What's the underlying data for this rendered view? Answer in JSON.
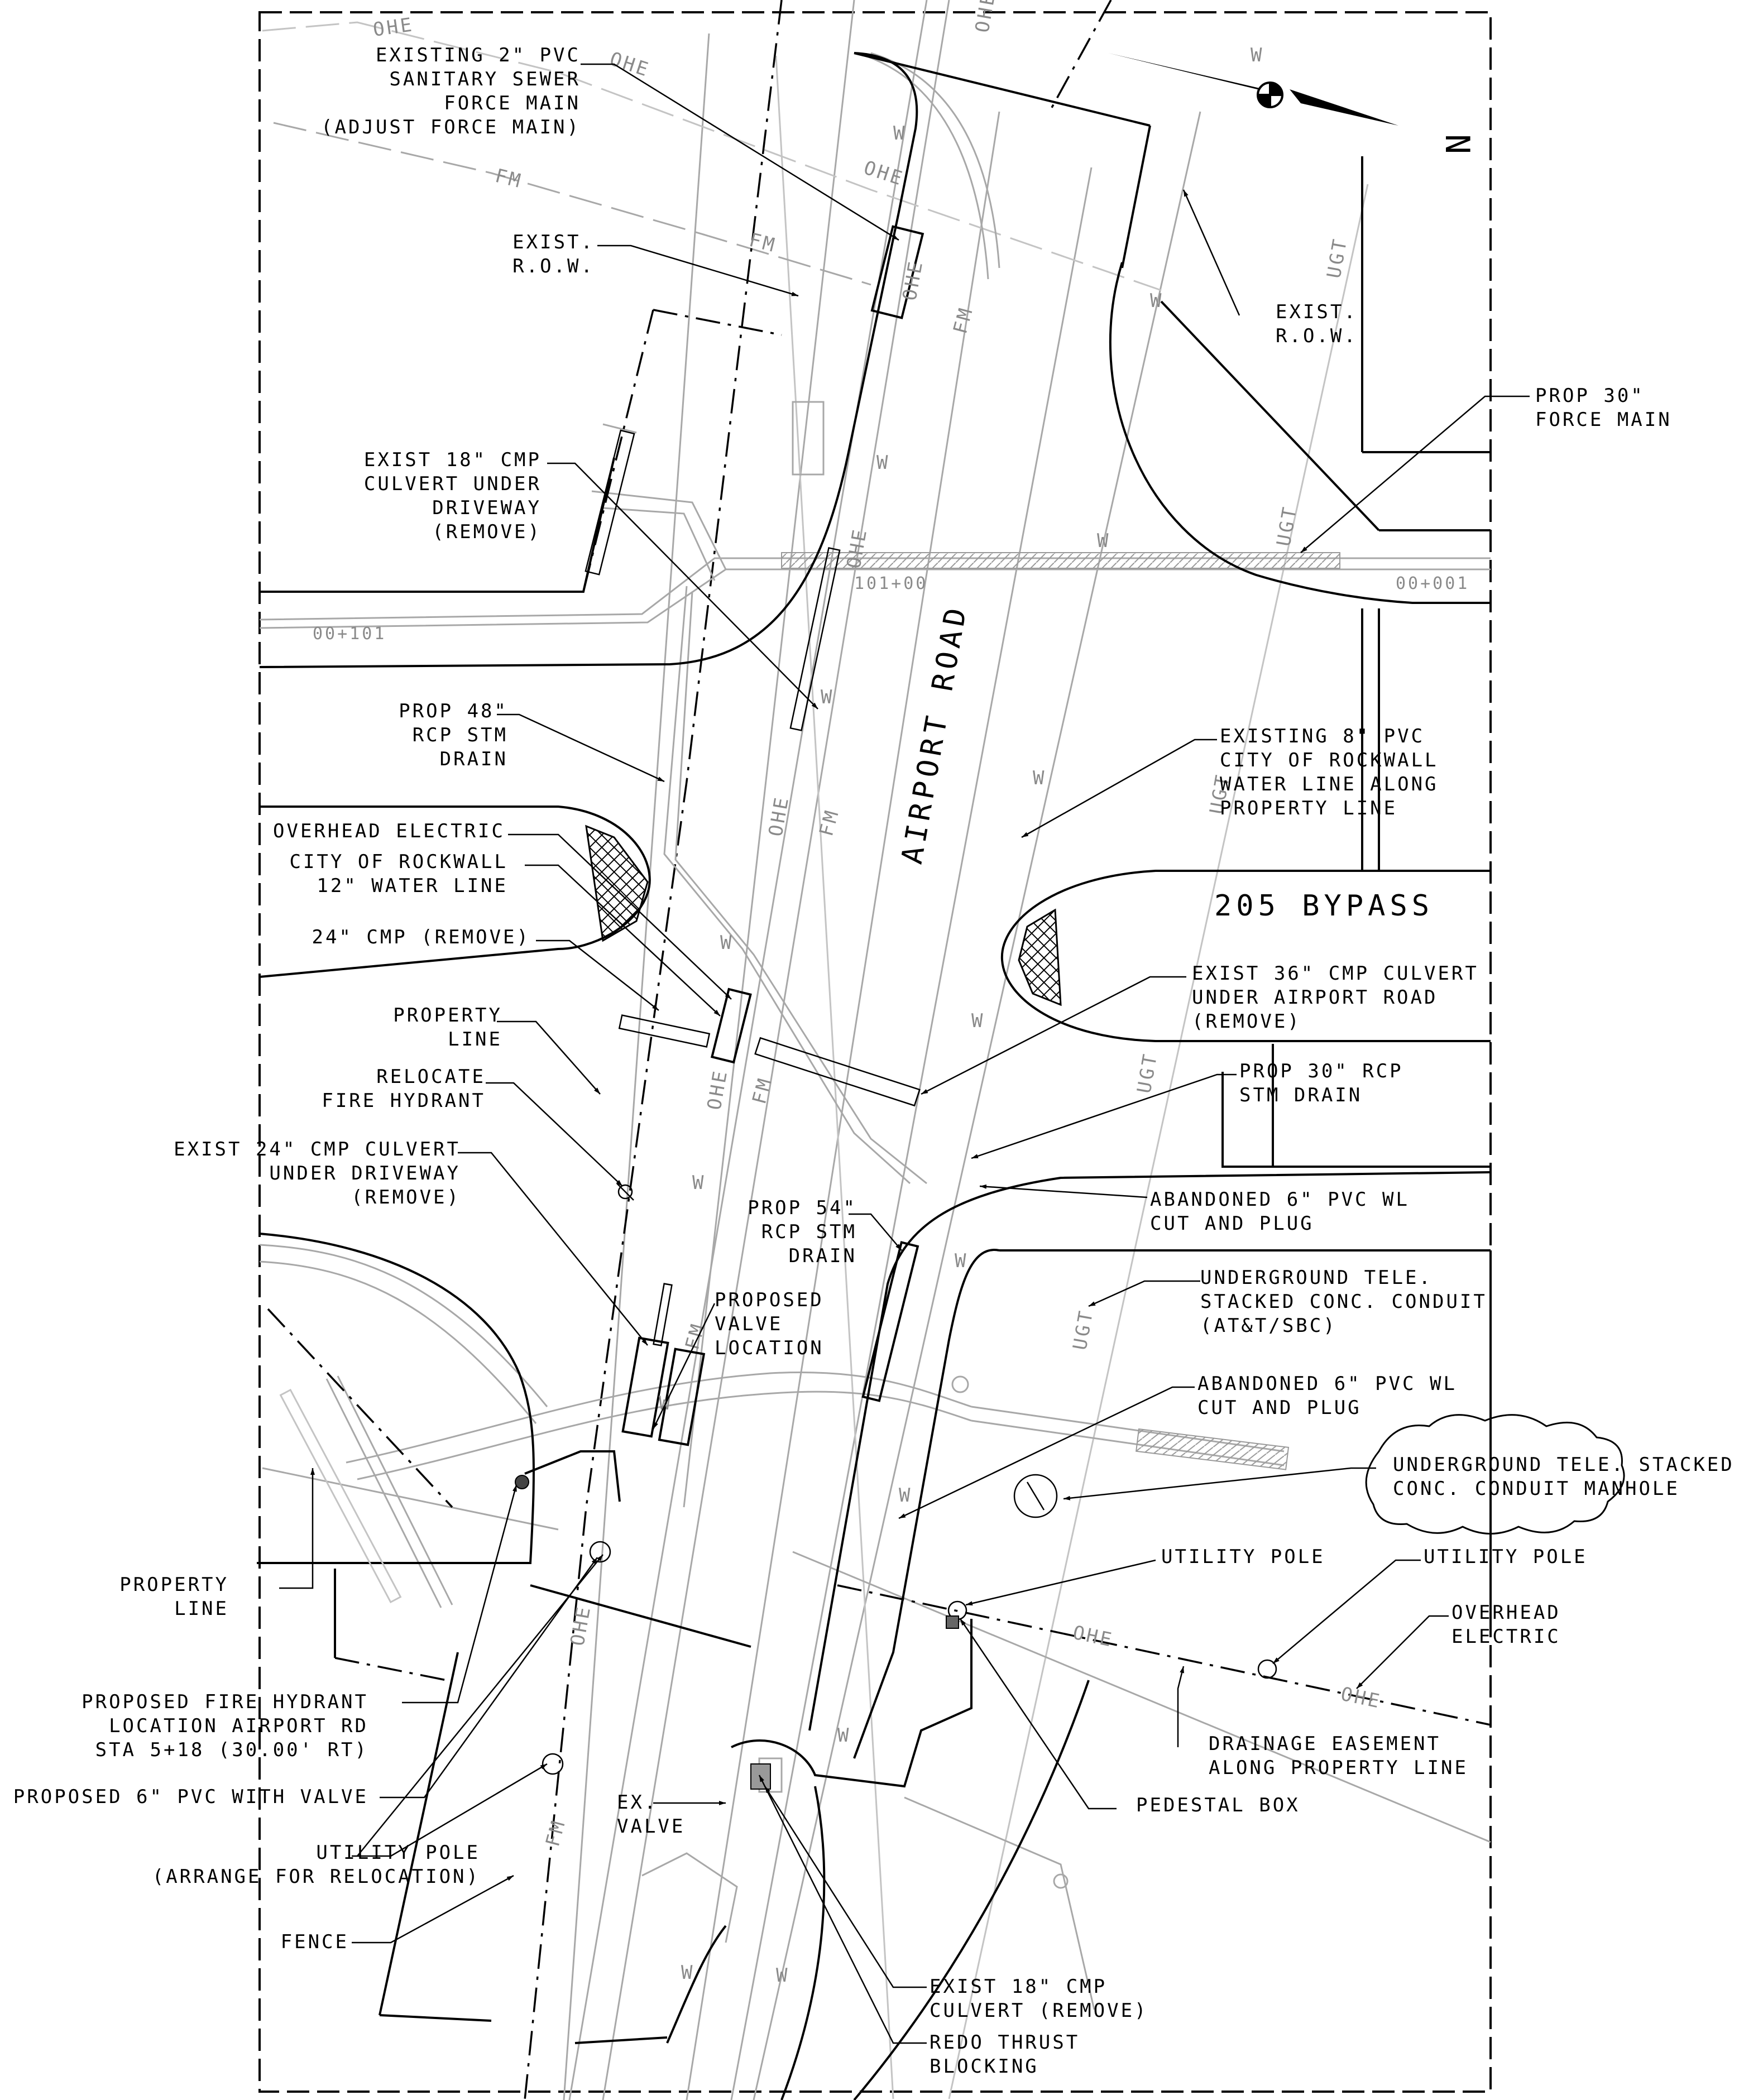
{
  "road_name": "AIRPORT ROAD",
  "bypass_name": "205 BYPASS",
  "north_arrow": "N",
  "stations": [
    "00+101",
    "101+00",
    "00+001"
  ],
  "utility_marks": {
    "ohe": "OHE",
    "fm": "FM",
    "w": "W",
    "ugt": "UGT"
  },
  "labels": {
    "l01": [
      "EXISTING 2\" PVC",
      "SANITARY SEWER",
      "FORCE MAIN",
      "(ADJUST FORCE MAIN)"
    ],
    "l02": [
      "EXIST.",
      "R.O.W."
    ],
    "l03": [
      "EXIST.",
      "R.O.W."
    ],
    "l04": [
      "PROP 30\"",
      "FORCE MAIN"
    ],
    "l05": [
      "EXIST 18\" CMP",
      "CULVERT UNDER",
      "DRIVEWAY",
      "(REMOVE)"
    ],
    "l06": [
      "PROP 48\"",
      "RCP STM",
      "DRAIN"
    ],
    "l07": [
      "EXISTING 8\" PVC",
      "CITY OF ROCKWALL",
      "WATER LINE ALONG",
      "PROPERTY LINE"
    ],
    "l08": [
      "OVERHEAD ELECTRIC"
    ],
    "l09": [
      "CITY OF ROCKWALL",
      "12\" WATER LINE"
    ],
    "l10": [
      "24\" CMP (REMOVE)"
    ],
    "l11": [
      "EXIST 36\" CMP CULVERT",
      "UNDER AIRPORT ROAD",
      "(REMOVE)"
    ],
    "l12": [
      "PROPERTY",
      "LINE"
    ],
    "l13": [
      "RELOCATE",
      "FIRE HYDRANT"
    ],
    "l14": [
      "PROP 30\" RCP",
      "STM DRAIN"
    ],
    "l15": [
      "EXIST 24\" CMP CULVERT",
      "UNDER DRIVEWAY",
      "(REMOVE)"
    ],
    "l16": [
      "ABANDONED 6\" PVC WL",
      "CUT AND PLUG"
    ],
    "l17": [
      "PROP 54\"",
      "RCP STM",
      "DRAIN"
    ],
    "l18": [
      "PROPOSED",
      "VALVE",
      "LOCATION"
    ],
    "l19": [
      "UNDERGROUND TELE.",
      "STACKED CONC. CONDUIT",
      "(AT&T/SBC)"
    ],
    "l20": [
      "ABANDONED 6\" PVC WL",
      "CUT AND PLUG"
    ],
    "l21": [
      "UNDERGROUND TELE. STACKED",
      "CONC. CONDUIT MANHOLE"
    ],
    "l22": [
      "PROPERTY",
      "LINE"
    ],
    "l23": [
      "UTILITY POLE"
    ],
    "l24": [
      "UTILITY POLE"
    ],
    "l25": [
      "OVERHEAD",
      "ELECTRIC"
    ],
    "l26": [
      "PROPOSED FIRE HYDRANT",
      "LOCATION AIRPORT RD",
      "STA 5+18 (30.00' RT)"
    ],
    "l27": [
      "DRAINAGE EASEMENT",
      "ALONG PROPERTY LINE"
    ],
    "l28": [
      "PROPOSED 6\" PVC WITH VALVE"
    ],
    "l29": [
      "EX.",
      "VALVE"
    ],
    "l30": [
      "PEDESTAL BOX"
    ],
    "l31": [
      "UTILITY POLE",
      "(ARRANGE FOR RELOCATION)"
    ],
    "l32": [
      "FENCE"
    ],
    "l33": [
      "EXIST 18\" CMP",
      "CULVERT (REMOVE)"
    ],
    "l34": [
      "REDO THRUST",
      "BLOCKING"
    ]
  }
}
